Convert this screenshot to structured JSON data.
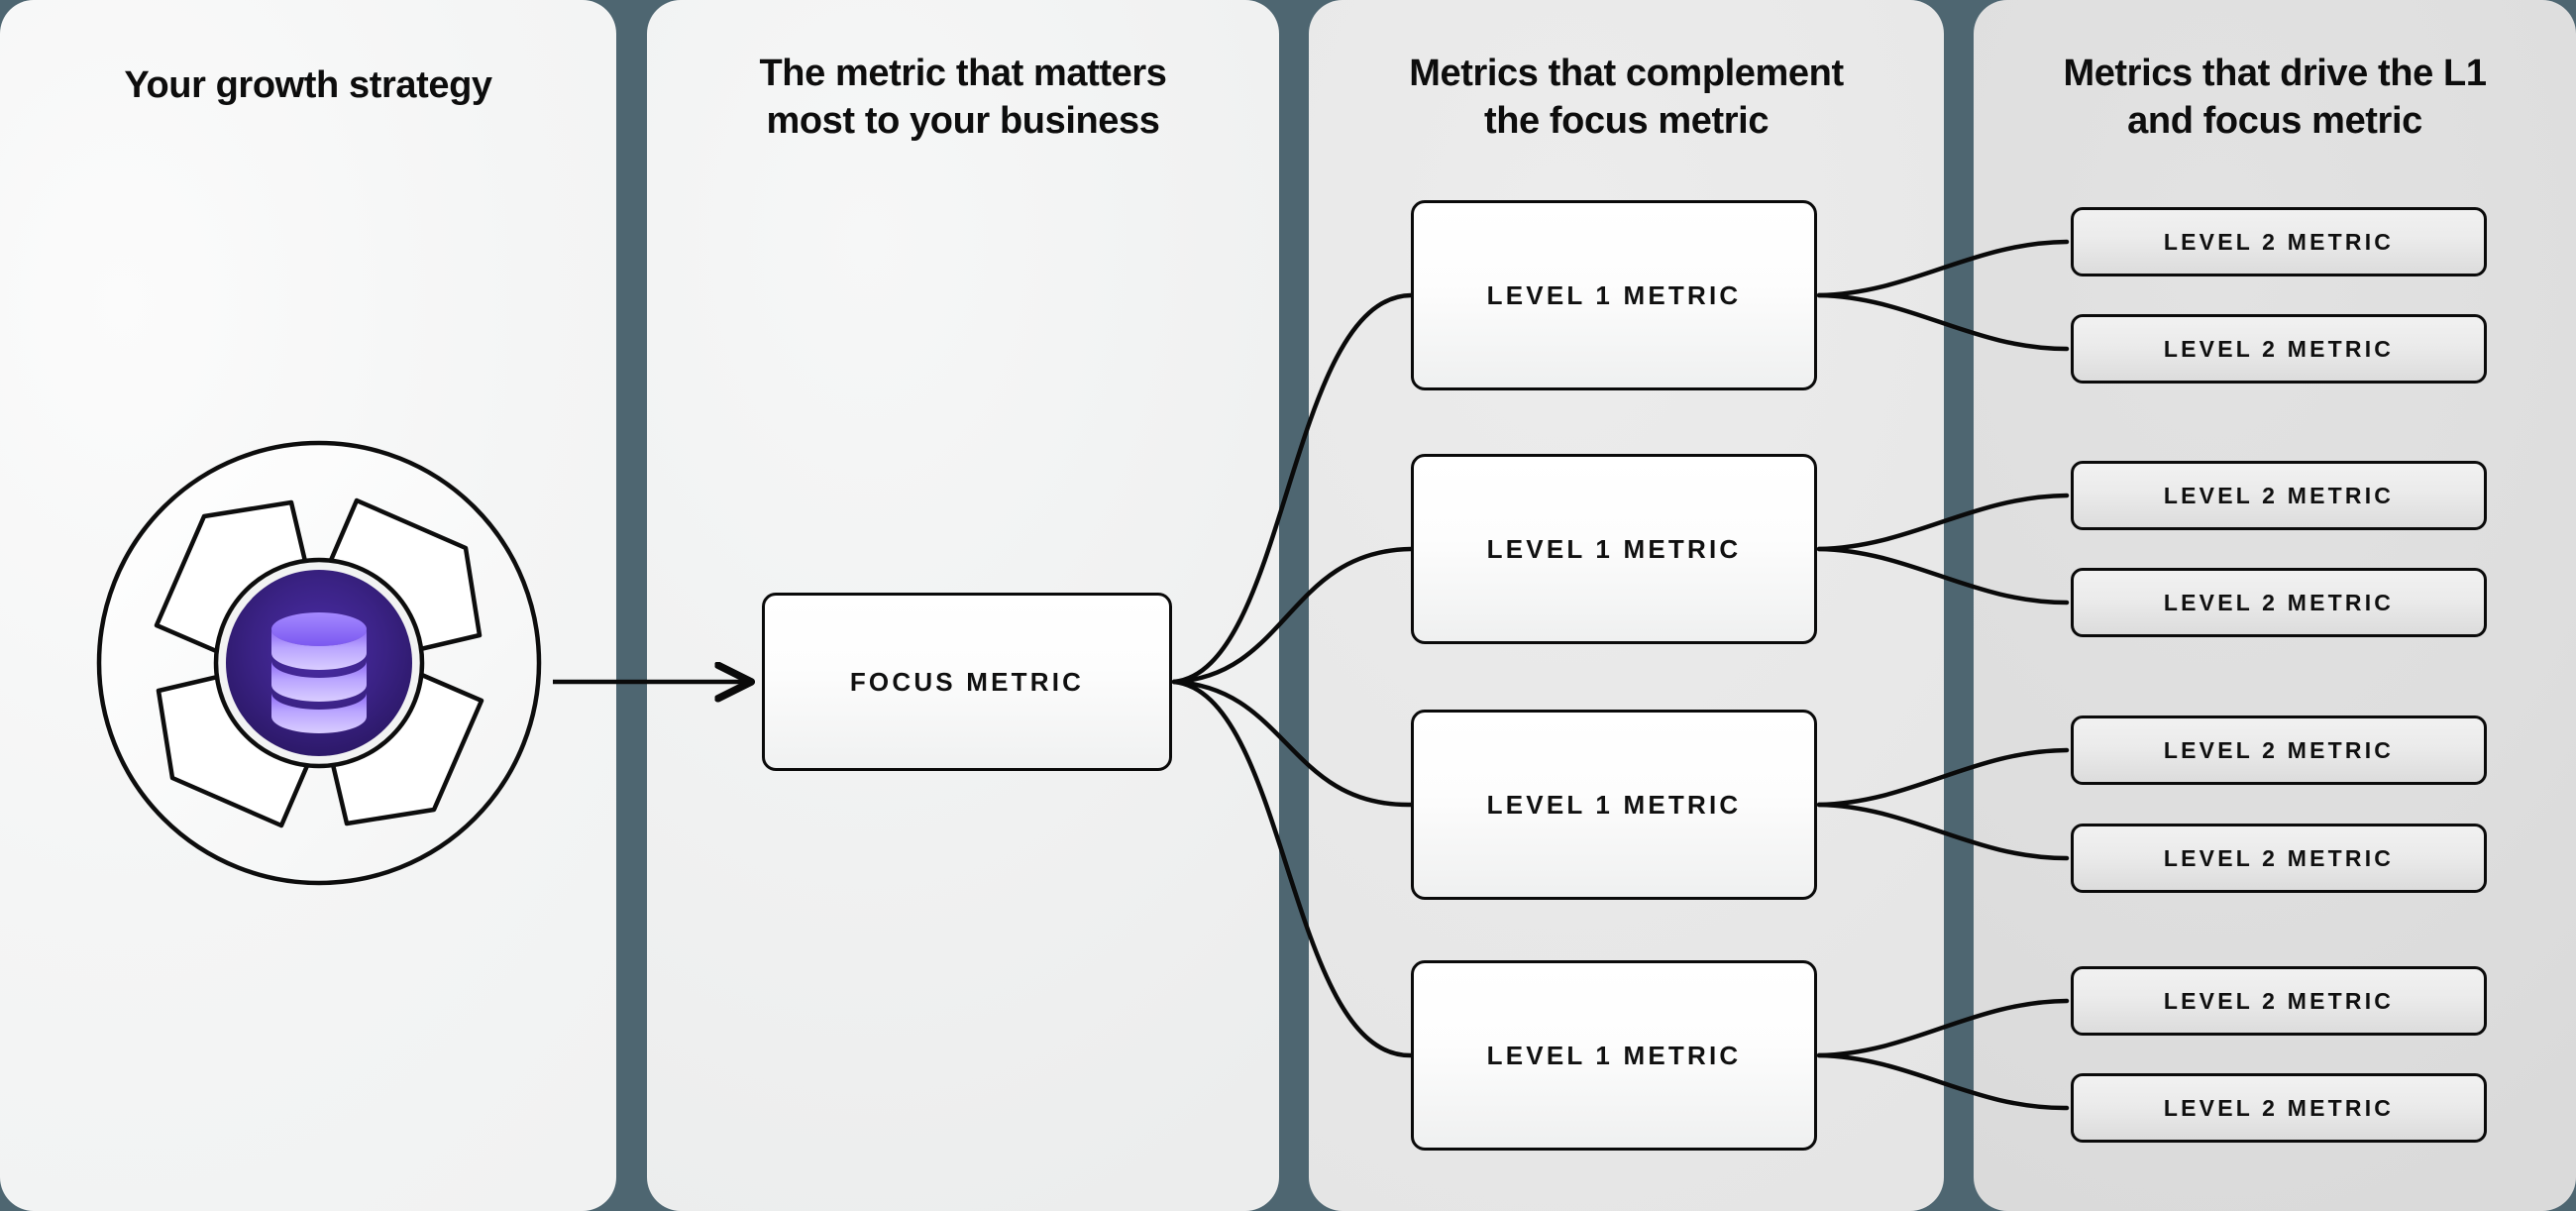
{
  "theme": {
    "divider_color": "#4e6671",
    "node_border": "#0a0a0a",
    "accent_purple": "#5b32c9",
    "accent_purple_light": "#a98cff",
    "panel1_bg": "#f4f5f5",
    "panel2_bg": "#f0f1f1",
    "panel3_bg": "#e8e8e8",
    "panel4_bg": "#dedede"
  },
  "columns": [
    {
      "id": "strategy",
      "title": "Your growth strategy"
    },
    {
      "id": "focus",
      "title": "The metric that matters\nmost to your business"
    },
    {
      "id": "complement",
      "title": "Metrics that complement\nthe focus metric"
    },
    {
      "id": "drivers",
      "title": "Metrics that drive the L1\nand focus metric"
    }
  ],
  "logo": {
    "name": "aperture-database-logo",
    "inner_icon": "database-icon"
  },
  "focus_node": {
    "label": "FOCUS METRIC"
  },
  "level1_nodes": [
    {
      "label": "LEVEL 1 METRIC"
    },
    {
      "label": "LEVEL 1 METRIC"
    },
    {
      "label": "LEVEL 1 METRIC"
    },
    {
      "label": "LEVEL 1 METRIC"
    }
  ],
  "level2_nodes": [
    {
      "label": "LEVEL 2 METRIC"
    },
    {
      "label": "LEVEL 2 METRIC"
    },
    {
      "label": "LEVEL 2 METRIC"
    },
    {
      "label": "LEVEL 2 METRIC"
    },
    {
      "label": "LEVEL 2 METRIC"
    },
    {
      "label": "LEVEL 2 METRIC"
    },
    {
      "label": "LEVEL 2 METRIC"
    },
    {
      "label": "LEVEL 2 METRIC"
    }
  ]
}
